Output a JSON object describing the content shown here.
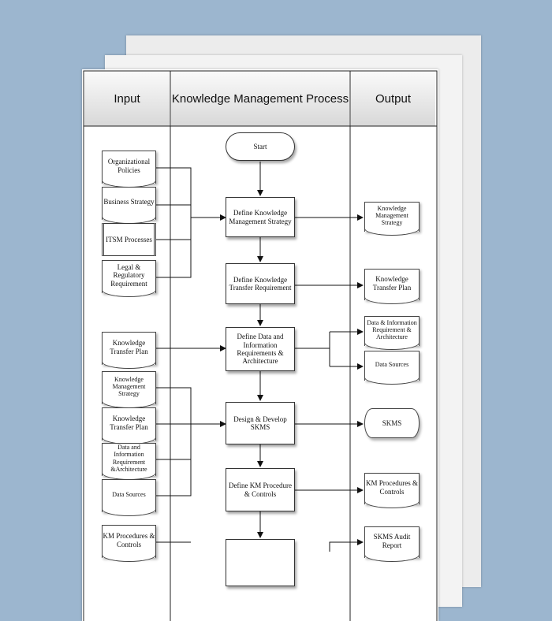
{
  "headers": {
    "input": "Input",
    "process": "Knowledge Management Process",
    "output": "Output"
  },
  "inputs": [
    "Organizational Policies",
    "Business Strategy",
    "ITSM Processes",
    "Legal & Regulatory Requirement",
    "Knowledge Transfer Plan",
    "Knowledge Management Strategy",
    "Knowledge Transfer Plan",
    "Data and Information Requirement &Architecture",
    "Data Sources",
    "KM Procedures & Controls"
  ],
  "process": {
    "start": "Start",
    "steps": [
      "Define Knowledge Management Strategy",
      "Define Knowledge Transfer Requirement",
      "Define Data and Information Requirements & Architecture",
      "Design & Develop SKMS",
      "Define KM Procedure & Controls"
    ]
  },
  "outputs": [
    "Knowledge Management Strategy",
    "Knowledge Transfer Plan",
    "Data & Information Requirement & Architecture",
    "Data Sources",
    "SKMS",
    "KM Procedures & Controls",
    "SKMS Audit Report"
  ]
}
